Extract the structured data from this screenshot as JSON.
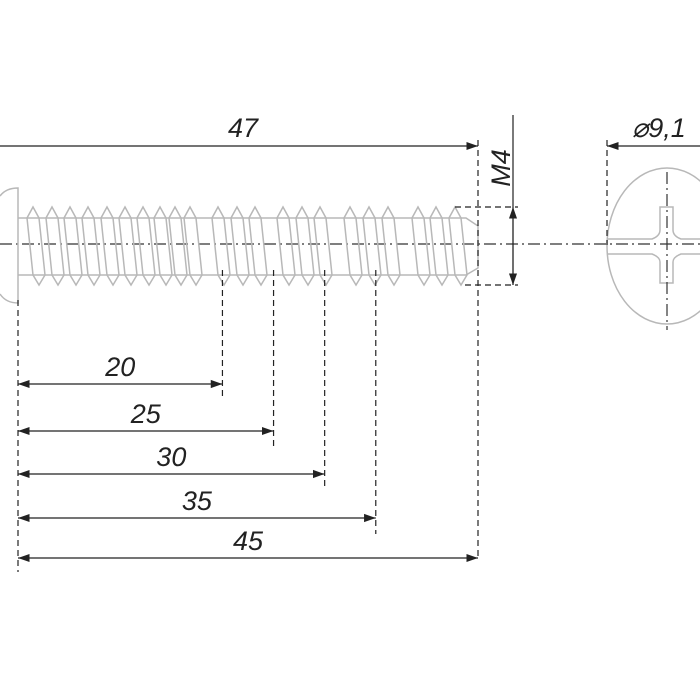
{
  "overall_length": {
    "label": "47"
  },
  "thread": {
    "label": "M4"
  },
  "head_diameter": {
    "label": "⌀9,1"
  },
  "lengths": [
    {
      "label": "20",
      "value": 20
    },
    {
      "label": "25",
      "value": 25
    },
    {
      "label": "30",
      "value": 30
    },
    {
      "label": "35",
      "value": 35
    },
    {
      "label": "45",
      "value": 45
    }
  ],
  "colors": {
    "line": "#222222",
    "part": "#b8b8b8"
  }
}
